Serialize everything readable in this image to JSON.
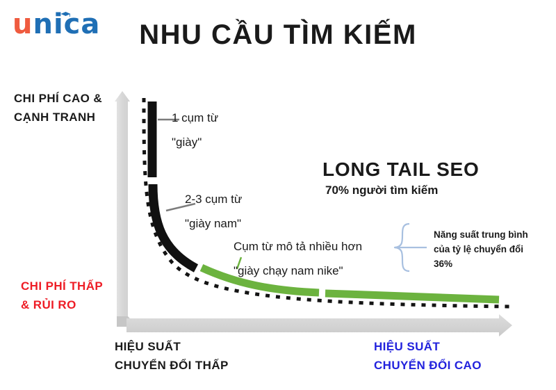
{
  "brand": {
    "logo_u": "u",
    "logo_rest": "nica",
    "cap_icon": "graduation-cap-icon",
    "color_orange": "#ef5b3f",
    "color_blue": "#1f6fb5"
  },
  "header": {
    "title": "NHU CẦU TÌM KIẾM"
  },
  "axes": {
    "y_top_label": "CHI PHÍ CAO &\nCẠNH TRANH",
    "y_bottom_label": "CHI PHÍ THẤP\n& RỦI RO",
    "x_left_label": "HIỆU SUẤT\nCHUYỂN ĐỔI THẤP",
    "x_right_label": "HIỆU SUẤT\nCHUYỂN ĐỔI CAO",
    "y_top_color": "#1a1a1a",
    "y_bottom_color": "#ee1c25",
    "x_left_color": "#1a1a1a",
    "x_right_color": "#2222dd",
    "axis_color": "#d2d2d2"
  },
  "annotations": [
    {
      "id": "anno-1",
      "text": "1 cụm từ\n\"giày\""
    },
    {
      "id": "anno-2",
      "text": "2-3 cụm từ\n\"giày nam\""
    },
    {
      "id": "anno-3",
      "text": "Cụm từ mô tả nhiều hơn\n\"giày chạy nam nike\""
    }
  ],
  "longtail": {
    "title": "LONG TAIL SEO",
    "subtitle": "70% người tìm kiếm"
  },
  "brace": {
    "note": "Năng suất trung bình\ncủa tỷ lệ chuyển đổi\n36%",
    "color": "#a8c0e0"
  },
  "chart_data": {
    "type": "line",
    "title": "NHU CẦU TÌM KIẾM",
    "xlabel": "HIỆU SUẤT CHUYỂN ĐỔI",
    "ylabel": "CHI PHÍ / CẠNH TRANH",
    "grid": false,
    "legend": "none",
    "description": "Long-tail SEO demand curve: head terms are high cost / high competition with low conversion, long-tail terms are low cost / low risk with high conversion.",
    "segments": [
      {
        "name": "1 cụm từ \"giày\"",
        "color": "#111111",
        "region": "head",
        "label": "1 cụm từ\n\"giày\""
      },
      {
        "name": "2-3 cụm từ \"giày nam\"",
        "color": "#111111",
        "region": "middle",
        "label": "2-3 cụm từ\n\"giày nam\""
      },
      {
        "name": "Cụm từ mô tả nhiều hơn \"giày chạy nam nike\"",
        "color": "#6cb33f",
        "region": "long-tail",
        "label": "Cụm từ mô tả nhiều hơn\n\"giày chạy nam nike\""
      },
      {
        "name": "Long tail tiếp nối",
        "color": "#6cb33f",
        "region": "long-tail-far",
        "label": ""
      }
    ],
    "callouts": [
      {
        "label": "LONG TAIL SEO",
        "value": "70% người tìm kiếm",
        "percent": 70
      },
      {
        "label": "Năng suất trung bình của tỷ lệ chuyển đổi",
        "value": "36%",
        "percent": 36
      }
    ],
    "axis_ends": {
      "y_high": "CHI PHÍ CAO & CẠNH TRANH",
      "y_low": "CHI PHÍ THẤP & RỦI RO",
      "x_low": "HIỆU SUẤT CHUYỂN ĐỔI THẤP",
      "x_high": "HIỆU SUẤT CHUYỂN ĐỔI CAO"
    }
  }
}
